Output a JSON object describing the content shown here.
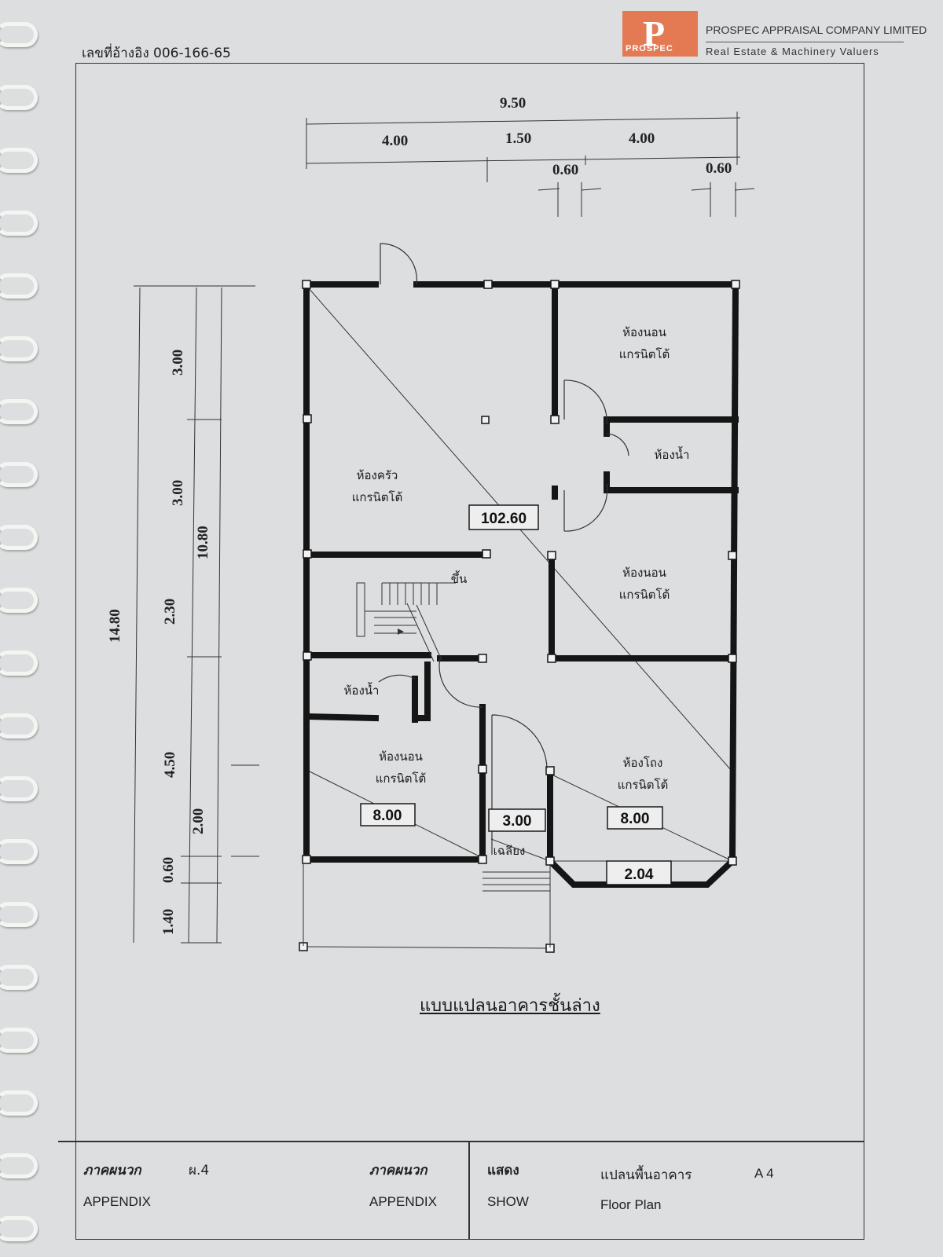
{
  "header": {
    "reference": "เลขที่อ้างอิง 006-166-65",
    "logo_letter": "P",
    "logo_word": "PROSPEC",
    "company_name": "PROSPEC APPRAISAL COMPANY LIMITED",
    "tagline": "Real Estate & Machinery Valuers"
  },
  "plan": {
    "title": "แบบแปลนอาคารชั้นล่าง",
    "top_dims": {
      "overall": "9.50",
      "seg_left": "4.00",
      "seg_mid": "1.50",
      "seg_right": "4.00",
      "small_a": "0.60",
      "small_b": "0.60"
    },
    "side_dims": {
      "overall": "14.80",
      "inner_total": "10.80",
      "d1": "3.00",
      "d2": "3.00",
      "d3": "2.30",
      "d4": "4.50",
      "d5": "2.00",
      "d6": "0.60",
      "d7": "1.40"
    },
    "rooms": {
      "bed1_line1": "ห้องนอน",
      "bed1_line2": "แกรนิตโต้",
      "bath1": "ห้องน้ำ",
      "kitchen_line1": "ห้องครัว",
      "kitchen_line2": "แกรนิตโต้",
      "bed2_line1": "ห้องนอน",
      "bed2_line2": "แกรนิตโต้",
      "stair_up": "ขึ้น",
      "bath2": "ห้องน้ำ",
      "bed3_line1": "ห้องนอน",
      "bed3_line2": "แกรนิตโต้",
      "hall_line1": "ห้องโถง",
      "hall_line2": "แกรนิตโต้",
      "porch": "เฉลียง"
    },
    "areas": {
      "total": "102.60",
      "bed3": "8.00",
      "porch": "3.00",
      "hall": "8.00",
      "bay": "2.04"
    }
  },
  "title_block": {
    "appendix_th_left": "ภาคผนวก",
    "sheet_no": "ผ.4",
    "appendix_en_left": "APPENDIX",
    "appendix_th_mid": "ภาคผนวก",
    "appendix_en_mid": "APPENDIX",
    "show_th": "แสดง",
    "show_en": "SHOW",
    "desc_th": "แปลนพื้นอาคาร",
    "desc_en": "Floor Plan",
    "page_code": "A 4"
  }
}
